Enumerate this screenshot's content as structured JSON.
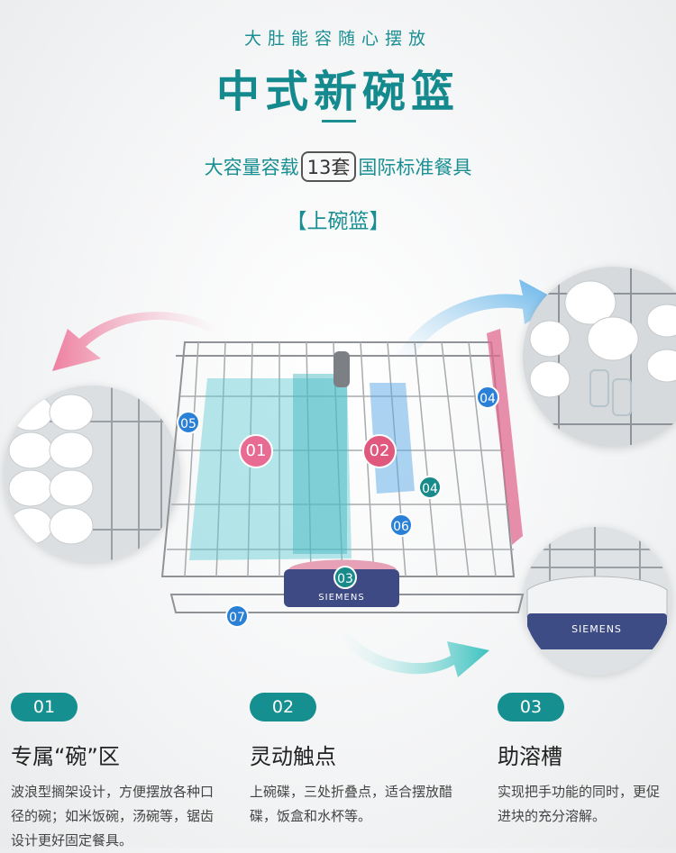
{
  "header": {
    "tagline": "大肚能容随心摆放",
    "title": "中式新碗篮",
    "capacity_prefix": "大容量容载",
    "capacity_value": "13套",
    "capacity_suffix": "国际标准餐具",
    "rack_label": "【上碗篮】"
  },
  "callouts": [
    "01",
    "02",
    "03",
    "04",
    "04",
    "05",
    "06",
    "07"
  ],
  "brand_plate": "SIEMENS",
  "features": [
    {
      "num": "01",
      "title": "专属“碗”区",
      "desc": "波浪型搁架设计，方便摆放各种口径的碗；如米饭碗，汤碗等，锯齿设计更好固定餐具。"
    },
    {
      "num": "02",
      "title": "灵动触点",
      "desc": "上碗碟，三处折叠点，适合摆放醋碟，饭盒和水杯等。"
    },
    {
      "num": "03",
      "title": "助溶槽",
      "desc": "实现把手功能的同时，更促进块的充分溶解。"
    }
  ],
  "colors": {
    "teal": "#168f91",
    "pink": "#e76b93",
    "blue": "#2a7fd6"
  }
}
